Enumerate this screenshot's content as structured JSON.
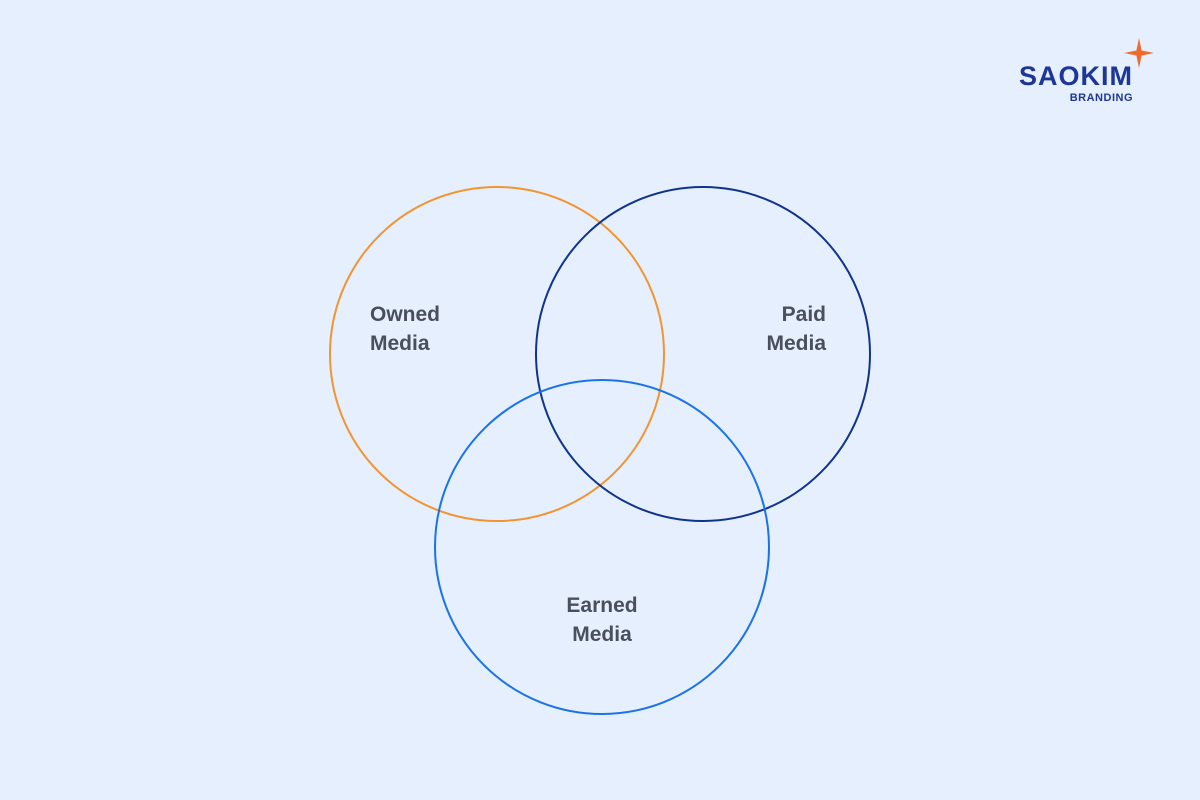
{
  "colors": {
    "background": "#e5effd",
    "owned": "#f29431",
    "paid": "#10348c",
    "earned": "#1a73e8",
    "label_text": "#4a4f5c",
    "logo_navy": "#1e3796",
    "logo_star": "#f26a2a"
  },
  "logo": {
    "wordmark": "SAOKIM",
    "tagline": "BRANDING",
    "mark_icon": "four-point-star-icon"
  },
  "diagram": {
    "type": "venn",
    "sets": [
      {
        "id": "owned",
        "line1": "Owned",
        "line2": "Media"
      },
      {
        "id": "paid",
        "line1": "Paid",
        "line2": "Media"
      },
      {
        "id": "earned",
        "line1": "Earned",
        "line2": "Media"
      }
    ]
  }
}
